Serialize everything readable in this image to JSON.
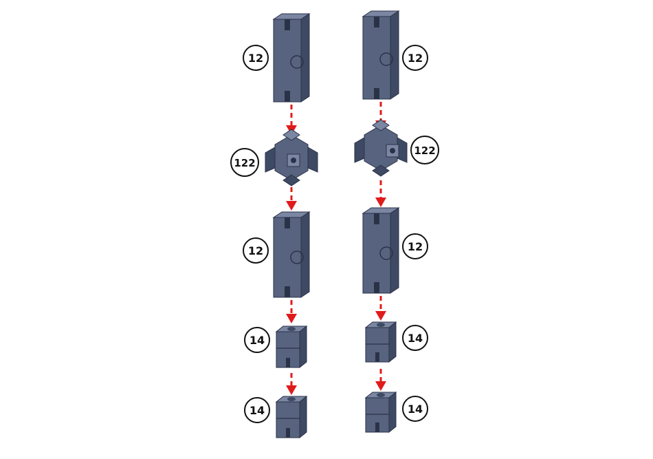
{
  "assembly": {
    "columns": [
      {
        "side": "left",
        "parts": [
          {
            "part": "post",
            "callout": "12"
          },
          {
            "part": "connector",
            "callout": "122"
          },
          {
            "part": "post",
            "callout": "12"
          },
          {
            "part": "foot",
            "callout": "14"
          },
          {
            "part": "foot",
            "callout": "14"
          }
        ]
      },
      {
        "side": "right",
        "parts": [
          {
            "part": "post",
            "callout": "12"
          },
          {
            "part": "connector",
            "callout": "122"
          },
          {
            "part": "post",
            "callout": "12"
          },
          {
            "part": "foot",
            "callout": "14"
          },
          {
            "part": "foot",
            "callout": "14"
          }
        ]
      }
    ]
  },
  "colors": {
    "part_face": "#58647f",
    "part_side": "#3e4963",
    "part_top": "#7a86a2",
    "outline": "#2a3248",
    "arrow": "#e01b1b",
    "callout_border": "#111111"
  },
  "icons": [
    "tube-post",
    "cross-connector",
    "block-foot",
    "down-arrow",
    "callout-circle"
  ]
}
